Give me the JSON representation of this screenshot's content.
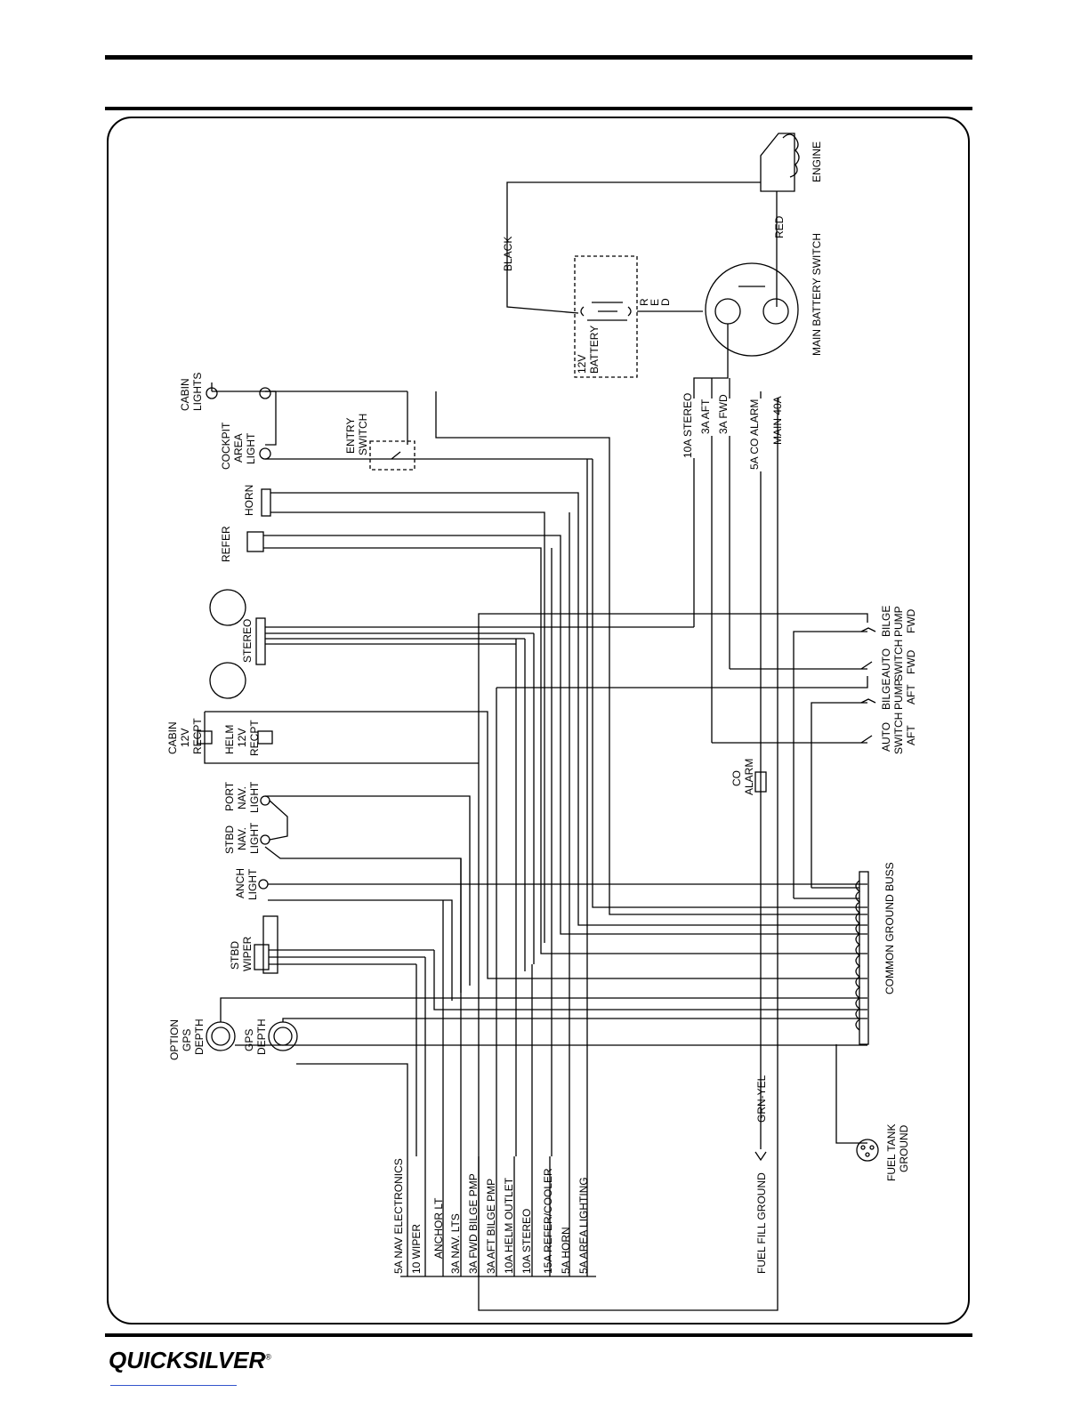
{
  "brand": {
    "logo_text": "QUICKSILVER",
    "registered": "®"
  },
  "components": {
    "engine": "ENGINE",
    "main_battery_switch": "MAIN BATTERY SWITCH",
    "battery": [
      "12V",
      "BATTERY"
    ],
    "battery_red": [
      "R",
      "E",
      "D"
    ],
    "wire_black": "BLACK",
    "wire_red": "RED",
    "cabin_lights": [
      "CABIN",
      "LIGHTS"
    ],
    "cockpit_area_light": [
      "COCKPIT",
      "AREA",
      "LIGHT"
    ],
    "entry_switch": [
      "ENTRY",
      "SWITCH"
    ],
    "horn": "HORN",
    "refer": "REFER",
    "stereo": "STEREO",
    "cabin_12v_recpt": [
      "CABIN",
      "12V",
      "RECPT"
    ],
    "helm_12v_recpt": [
      "HELM",
      "12V",
      "RECPT"
    ],
    "port_nav_light": [
      "PORT",
      "NAV.",
      "LIGHT"
    ],
    "stbd_nav_light": [
      "STBD",
      "NAV.",
      "LIGHT"
    ],
    "anch_light": [
      "ANCH",
      "LIGHT"
    ],
    "stbd_wiper": [
      "STBD",
      "WIPER"
    ],
    "option_gps_depth": [
      "OPTION",
      "GPS",
      "DEPTH"
    ],
    "gps_depth": [
      "GPS",
      "DEPTH"
    ],
    "co_alarm": [
      "CO",
      "ALARM"
    ],
    "auto_switch_fwd": [
      "AUTO",
      "SWITCH",
      "FWD"
    ],
    "bilge_pump_fwd": [
      "BILGE",
      "PUMP",
      "FWD"
    ],
    "auto_switch_aft": [
      "AUTO",
      "SWITCH",
      "AFT"
    ],
    "bilge_pump_aft": [
      "BILGE",
      "PUMP",
      "AFT"
    ],
    "common_ground_buss": "COMMON GROUND BUSS",
    "fuel_tank_ground": [
      "FUEL  TANK",
      "GROUND"
    ],
    "fuel_fill_ground": "FUEL FILL GROUND",
    "grn_yel": "GRN-YEL"
  },
  "fuses_top": [
    "10A STEREO",
    "3A AFT",
    "3A FWD",
    "5A CO ALARM",
    "MAIN 40A"
  ],
  "fuses_bottom": [
    "5A NAV ELECTRONICS",
    "10 WIPER",
    "ANCHOR LT",
    "3A NAV. LTS",
    "3A FWD BILGE PMP",
    "3A AFT BILGE PMP",
    "10A HELM OUTLET",
    "10A STEREO",
    "15A REFER/COOLER",
    "5A HORN",
    "5A AREA LIGHTING"
  ]
}
